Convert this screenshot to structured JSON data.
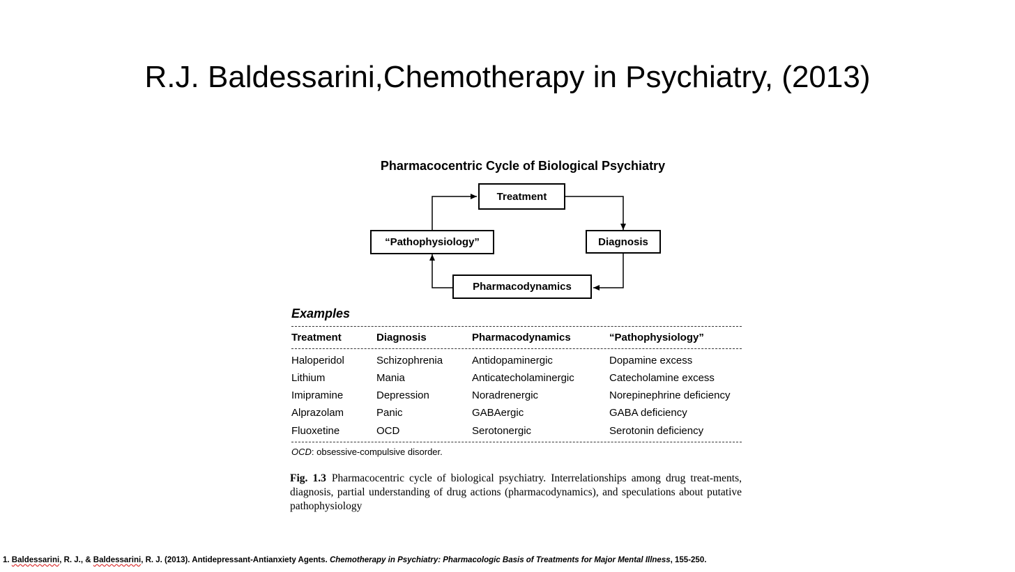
{
  "slide": {
    "title": "R.J. Baldessarini,Chemotherapy in Psychiatry, (2013)"
  },
  "figure": {
    "title": "Pharmacocentric Cycle of Biological Psychiatry",
    "nodes": {
      "treatment": "Treatment",
      "diagnosis": "Diagnosis",
      "pharmacodynamics": "Pharmacodynamics",
      "pathophysiology": "“Pathophysiology”"
    },
    "arrows": [
      {
        "from": "treatment",
        "to": "diagnosis"
      },
      {
        "from": "diagnosis",
        "to": "pharmacodynamics"
      },
      {
        "from": "pharmacodynamics",
        "to": "pathophysiology"
      },
      {
        "from": "pathophysiology",
        "to": "treatment"
      }
    ]
  },
  "examples": {
    "heading": "Examples",
    "columns": [
      "Treatment",
      "Diagnosis",
      "Pharmacodynamics",
      "“Pathophysiology”"
    ],
    "rows": [
      [
        "Haloperidol",
        "Schizophrenia",
        "Antidopaminergic",
        "Dopamine excess"
      ],
      [
        "Lithium",
        "Mania",
        "Anticatecholaminergic",
        "Catecholamine excess"
      ],
      [
        "Imipramine",
        "Depression",
        "Noradrenergic",
        "Norepinephrine deficiency"
      ],
      [
        "Alprazolam",
        "Panic",
        "GABAergic",
        "GABA deficiency"
      ],
      [
        "Fluoxetine",
        "OCD",
        "Serotonergic",
        "Serotonin deficiency"
      ]
    ],
    "footnote_abbr": "OCD",
    "footnote_text": ": obsessive-compulsive disorder."
  },
  "caption": {
    "label": "Fig. 1.3",
    "text": "Pharmacocentric cycle of biological psychiatry. Interrelationships among drug treat-ments, diagnosis, partial understanding of drug actions (pharmacodynamics), and speculations about putative pathophysiology"
  },
  "reference": {
    "number": "1.",
    "author1": "Baldessarini",
    "mid1": ", R. J., & ",
    "author2": "Baldessarini",
    "mid2": ", R. J. (2013). Antidepressant-Antianxiety Agents. ",
    "source": "Chemotherapy in Psychiatry: Pharmacologic Basis of Treatments for Major Mental Illness",
    "pages": ", 155-250."
  }
}
